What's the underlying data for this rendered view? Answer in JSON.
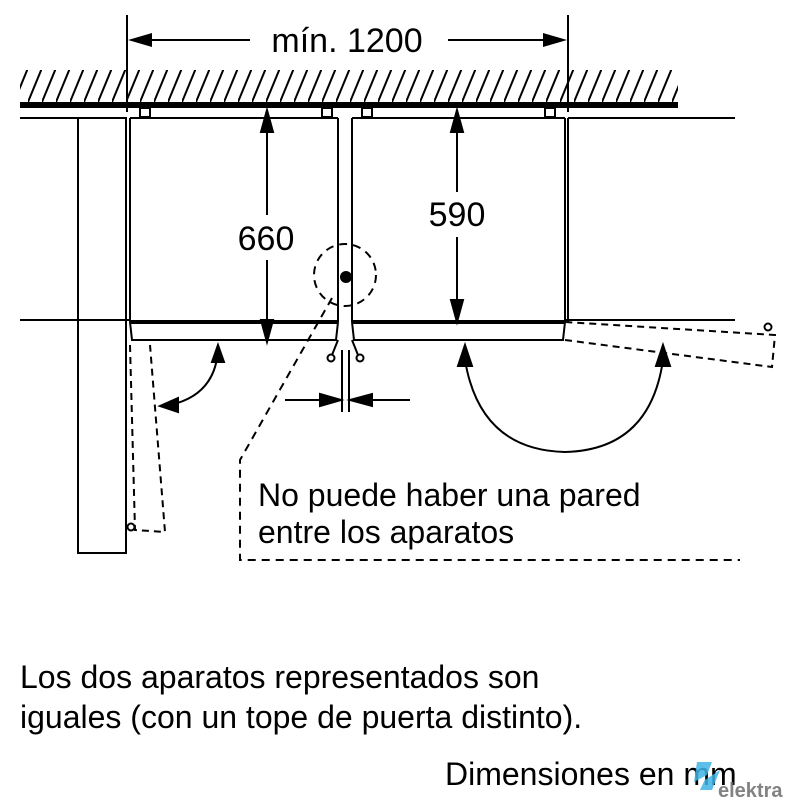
{
  "dimensions": {
    "min_width_label": "mín. 1200",
    "depth_left_label": "660",
    "depth_right_label": "590"
  },
  "callout": {
    "line1": "No puede haber una pared",
    "line2": "entre los aparatos"
  },
  "notes": {
    "line1": "Los dos aparatos representados son",
    "line2": "iguales (con un tope de puerta distinto).",
    "units": "Dimensiones en mm"
  },
  "watermark": {
    "text": "elektra",
    "color": "#3fb4e6"
  }
}
